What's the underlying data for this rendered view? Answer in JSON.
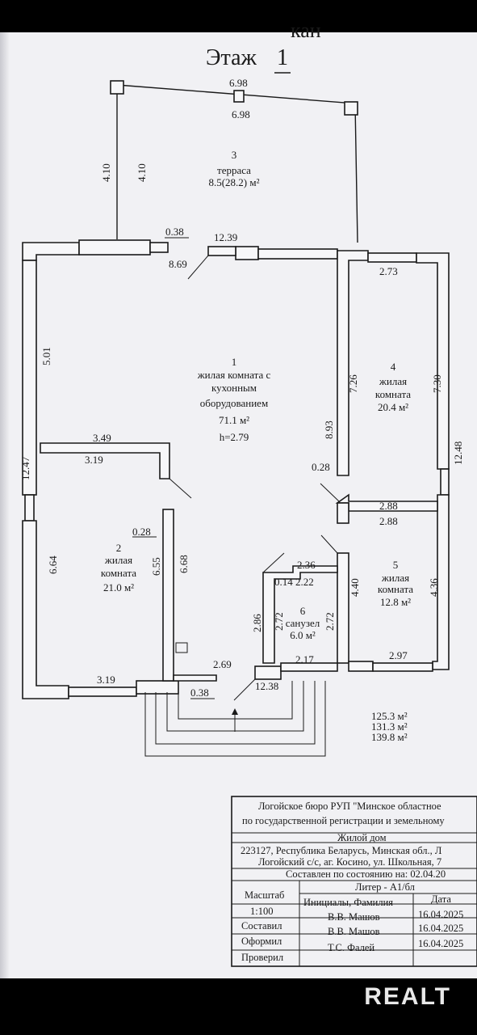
{
  "header": {
    "cut_text": "кан",
    "floor_title": "Этаж",
    "floor_number": "1"
  },
  "rooms": [
    {
      "num": "1",
      "name_lines": [
        "жилая комната с",
        "кухонным",
        "оборудованием"
      ],
      "area": "71.1 м²",
      "height": "h=2.79"
    },
    {
      "num": "2",
      "name_lines": [
        "жилая",
        "комната"
      ],
      "area": "21.0 м²"
    },
    {
      "num": "3",
      "name_lines": [
        "терраса"
      ],
      "area": "8.5(28.2) м²"
    },
    {
      "num": "4",
      "name_lines": [
        "жилая",
        "комната"
      ],
      "area": "20.4 м²"
    },
    {
      "num": "5",
      "name_lines": [
        "жилая",
        "комната"
      ],
      "area": "12.8 м²"
    },
    {
      "num": "6",
      "name_lines": [
        "санузел"
      ],
      "area": "6.0 м²"
    }
  ],
  "dimensions": {
    "terrace_top_outer": "6.98",
    "terrace_top_inner": "6.98",
    "terrace_left_outer": "4.10",
    "terrace_left_inner": "4.10",
    "opening_038_top": "0.38",
    "opening_1239": "12.39",
    "opening_869": "8.69",
    "room1_left_wall": "5.01",
    "room1_bottom_349": "3.49",
    "room2_top_319": "3.19",
    "outer_left": "12.47",
    "room2_left": "6.64",
    "room2_right_inner": "6.55",
    "room2_right_outer": "6.68",
    "room2_bottom": "3.19",
    "door_028_left": "0.28",
    "room4_top": "2.73",
    "room4_left": "7.26",
    "room4_right": "7.30",
    "hall_893": "8.93",
    "door_028_right": "0.28",
    "outer_right": "12.48",
    "room5_top_a": "2.88",
    "room5_top_b": "2.88",
    "room5_left": "4.40",
    "room5_right": "4.36",
    "room5_bottom": "2.97",
    "bath_top": "2.36",
    "bath_014": "0.14",
    "bath_222": "2.22",
    "bath_286": "2.86",
    "bath_272a": "2.72",
    "bath_272b": "2.72",
    "bath_bottom": "2.17",
    "entry_269": "2.69",
    "entry_038": "0.38",
    "entry_1238": "12.38"
  },
  "totals": [
    "125.3 м²",
    "131.3 м²",
    "139.8 м²"
  ],
  "stamp": {
    "org_line1": "Логойское бюро РУП \"Минское областное",
    "org_line2": "по государственной регистрации и земельному",
    "object": "Жилой дом",
    "addr1": "223127, Республика Беларусь, Минская обл., Л",
    "addr2": "Логойский с/с, аг. Косино, ул. Школьная, 7",
    "state": "Составлен по состоянию на: 02.04.20",
    "scale_label": "Масштаб",
    "liter": "Литер - А1/бл",
    "scale_value": "1:100",
    "initials_header": "Инициалы, Фамилия",
    "date_header": "Дата",
    "rows": [
      {
        "role": "Составил",
        "name": "В.В. Машов",
        "date": "16.04.2025"
      },
      {
        "role": "Оформил",
        "name": "В.В. Машов",
        "date": "16.04.2025"
      },
      {
        "role": "Проверил",
        "name": "Т.С. Фалей",
        "date": "16.04.2025"
      }
    ]
  },
  "watermark": "REALT"
}
